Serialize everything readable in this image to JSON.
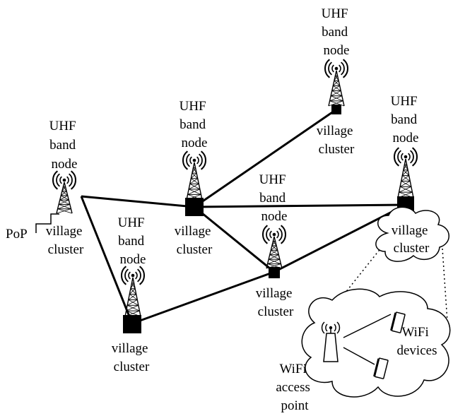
{
  "node_label": [
    "UHF",
    "band",
    "node"
  ],
  "cluster_label": [
    "village",
    "cluster"
  ],
  "pop_label": "PoP",
  "ap_label": [
    "WiFi",
    "access",
    "point"
  ],
  "devices_label": [
    "WiFi",
    "devices"
  ]
}
